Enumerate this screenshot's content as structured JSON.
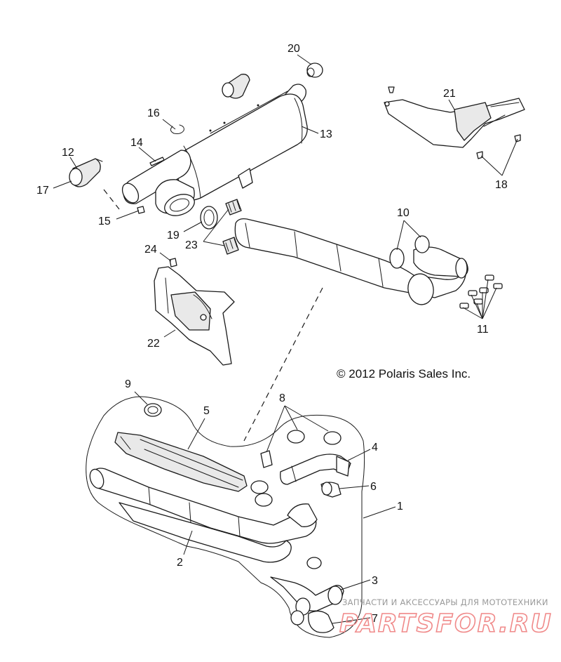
{
  "diagram": {
    "callouts": [
      "1",
      "2",
      "3",
      "4",
      "5",
      "6",
      "7",
      "8",
      "9",
      "10",
      "11",
      "12",
      "13",
      "14",
      "15",
      "16",
      "17",
      "18",
      "19",
      "20",
      "21",
      "22",
      "23",
      "24"
    ],
    "copyright": "© 2012 Polaris Sales Inc.",
    "watermark": {
      "caption": "ЗАПЧАСТИ И АКСЕССУАРЫ ДЛЯ МОТОТЕХНИКИ",
      "brand": "PARTSFOR.RU"
    }
  }
}
